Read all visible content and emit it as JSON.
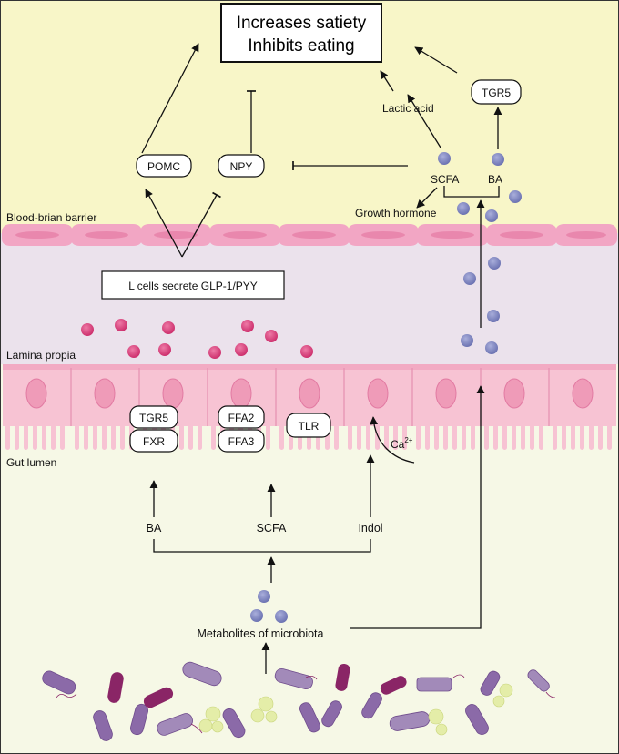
{
  "title_box": {
    "line1": "Increases satiety",
    "line2": "Inhibits eating"
  },
  "brain": {
    "pomc": "POMC",
    "npy": "NPY",
    "lactic_acid": "Lactic acid",
    "tgr5": "TGR5",
    "scfa": "SCFA",
    "ba": "BA",
    "growth_hormone": "Growth hormone"
  },
  "layers": {
    "bbb": "Blood-brian barrier",
    "lamina": "Lamina propia",
    "gut_lumen": "Gut lumen"
  },
  "l_cells": "L cells secrete GLP-1/PYY",
  "receptors": {
    "tgr5": "TGR5",
    "fxr": "FXR",
    "ffa2": "FFA2",
    "ffa3": "FFA3",
    "tlr": "TLR"
  },
  "calcium": {
    "base": "Ca",
    "sup": "2+"
  },
  "metabolites": {
    "ba": "BA",
    "scfa": "SCFA",
    "indol": "Indol",
    "label": "Metabolites of microbiota"
  },
  "colors": {
    "brain_bg": "#f8f6c8",
    "lamina_bg": "#ebe2ec",
    "lumen_bg": "#f6f8e6",
    "bbb_cell": "#f2a6c4",
    "epithelium": "#f7c3d3",
    "nucleus": "#ef9bb8",
    "blue_dot": "#7b82bd",
    "pink_dot": "#d9457f",
    "bacteria_purple": "#8b6aa8",
    "bacteria_dark": "#8a2566",
    "yellow_microbe": "#e4eda8"
  }
}
